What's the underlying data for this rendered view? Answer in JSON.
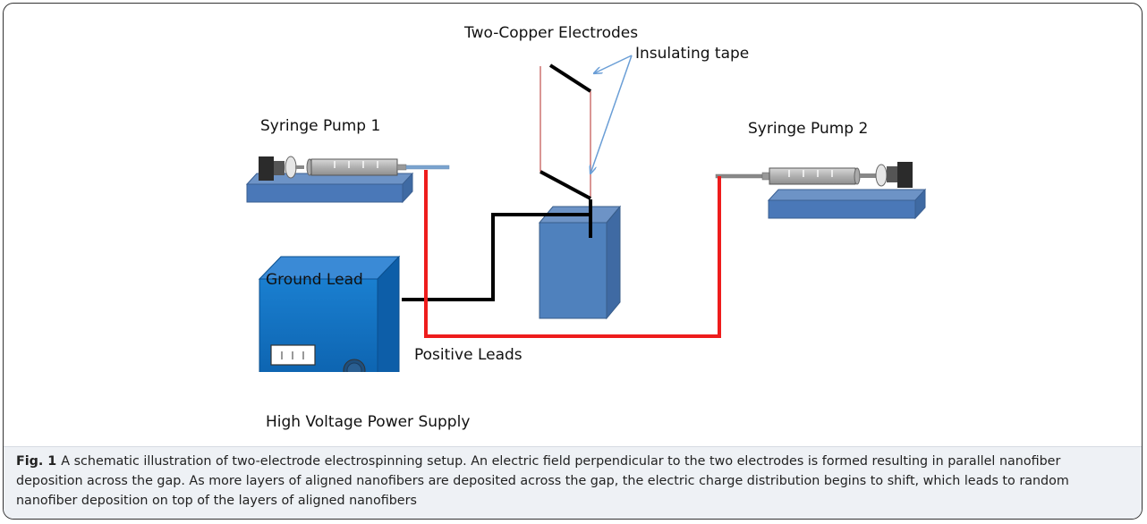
{
  "labels": {
    "electrodes": "Two-Copper Electrodes",
    "insulating_tape": "Insulating tape",
    "pump1": "Syringe Pump 1",
    "pump2": "Syringe Pump 2",
    "ground_lead": "Ground Lead",
    "positive_leads": "Positive Leads",
    "power_supply": "High Voltage Power Supply"
  },
  "caption": {
    "fig_label": "Fig. 1",
    "text": "A schematic illustration of two-electrode electrospinning setup. An electric field perpendicular to the two electrodes is formed resulting in parallel nanofiber deposition across the gap. As more layers of aligned nanofibers are deposited across the gap, the electric charge distribution begins to shift, which leads to random nanofiber deposition on top of the layers of aligned nanofibers"
  },
  "colors": {
    "positive_wire": "#ee1c1c",
    "ground_wire": "#000000",
    "equipment_blue": "#4a7bbf",
    "annotation_arrow": "#6a9ed6"
  }
}
